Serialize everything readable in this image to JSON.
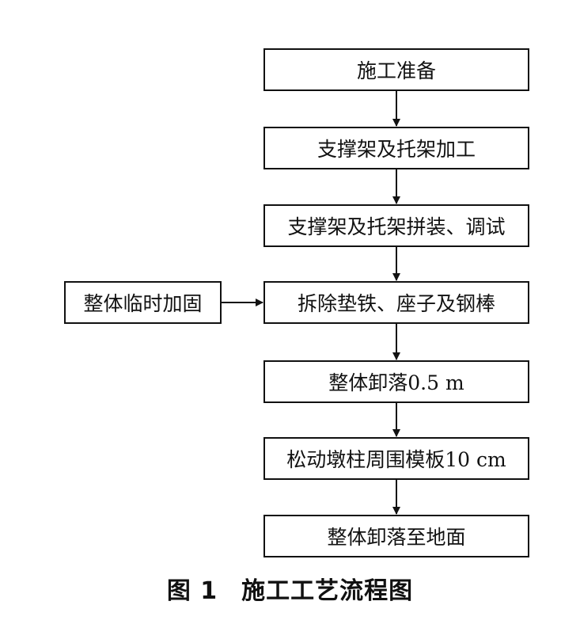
{
  "flowchart": {
    "steps": [
      "施工准备",
      "支撑架及托架加工",
      "支撑架及托架拼装、调试",
      "拆除垫铁、座子及钢棒",
      "整体卸落0.5 m",
      "松动墩柱周围模板10 cm",
      "整体卸落至地面"
    ],
    "side_step": "整体临时加固"
  },
  "caption": {
    "figure_number": "图 1",
    "title": "施工工艺流程图"
  }
}
